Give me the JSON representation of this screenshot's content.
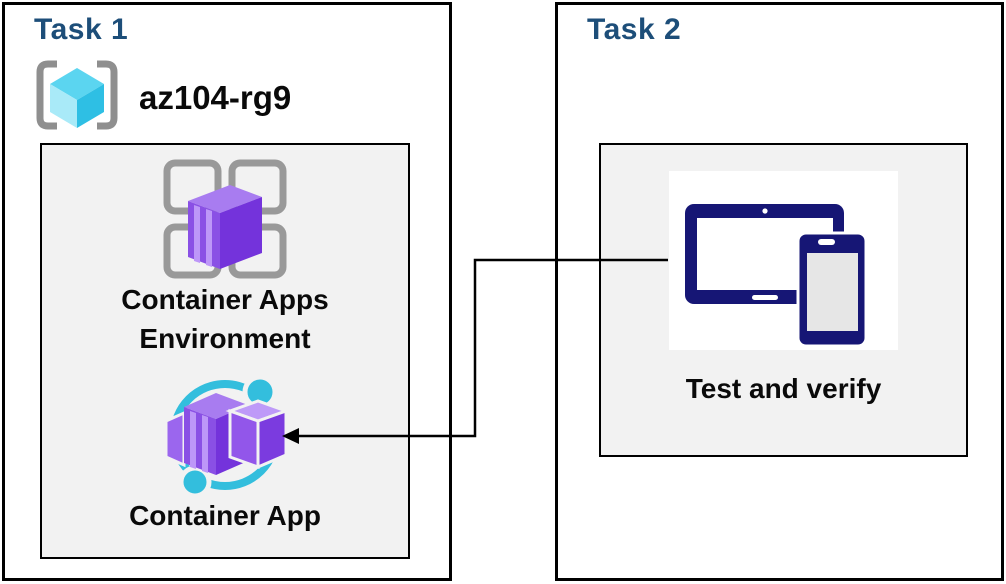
{
  "diagram": {
    "task1": {
      "title": "Task 1",
      "resource_group": {
        "name": "az104-rg9"
      },
      "environment": {
        "label_line1": "Container Apps",
        "label_line2": "Environment"
      },
      "app": {
        "label": "Container App"
      }
    },
    "task2": {
      "title": "Task 2",
      "test": {
        "label": "Test and verify"
      }
    },
    "connector": {
      "from": "Test and verify",
      "to": "Container App"
    },
    "colors": {
      "task_title_blue": "#1D4E79",
      "device_navy": "#161675",
      "cyan": "#33BEDD",
      "purple_bright": "#7B3BDF",
      "panel_bg": "#F2F2F2",
      "grid_gray": "#999999"
    }
  }
}
